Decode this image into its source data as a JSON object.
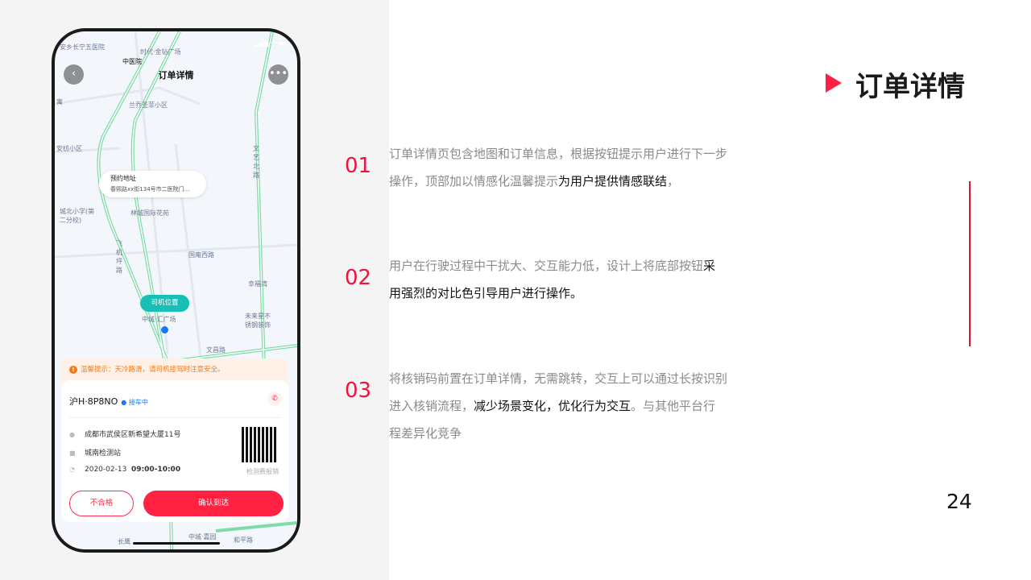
{
  "slide": {
    "title": "订单详情",
    "page_number": "24",
    "accent_color": "#ff1f44",
    "points": [
      {
        "number": "01",
        "plain_before": "订单详情页包含地图和订单信息，根据按钮提示用户进行下一步操作，顶部加以情感化温馨提示",
        "emphasis": "为用户提供情感联结",
        "plain_after": "，"
      },
      {
        "number": "02",
        "plain_before": "用户在行驶过程中干扰大、交互能力低，设计上将底部按钮",
        "emphasis": "采用强烈的对比色引导用户进行操作。",
        "plain_after": ""
      },
      {
        "number": "03",
        "plain_before": "将核销码前置在订单详情，无需跳转，交互上可以通过长按识别进入核销流程，",
        "emphasis": "减少场景变化，优化行为交互",
        "plain_after": "。与其他平台行程差异化竞争"
      }
    ]
  },
  "phone": {
    "nav": {
      "title": "订单详情",
      "back_icon": "chevron-left-icon",
      "more_icon": "more-icon"
    },
    "map_labels": [
      "安乡长宁五医院",
      "中医院",
      "时代·金钻广场",
      "兰乔圣菲小区",
      "寓",
      "安纺小区",
      "文艺北路",
      "城北小学(第二分校)",
      "林城国际花苑",
      "飞机坪路",
      "国庵西路",
      "幸福湾",
      "未来星不锈钢装饰",
      "中城·汇广场",
      "文昌路",
      "长鹰",
      "中城·嘉园",
      "和平路"
    ],
    "pickup_bubble": {
      "title": "预约地址",
      "address": "春熙路xx街134号市二医院门..."
    },
    "driver_label": "司机位置",
    "tip": "温馨提示：天冷路滑，请司机接驾时注意安全。",
    "order": {
      "plate": "沪H·8P8NO",
      "status": "接车中",
      "address": "成都市武侯区新希望大厦11号",
      "station": "城南检测站",
      "date": "2020-02-13",
      "time": "09:00-10:00",
      "qr_label": "检测费报销",
      "reject_label": "不合格",
      "confirm_label": "确认到达"
    }
  }
}
